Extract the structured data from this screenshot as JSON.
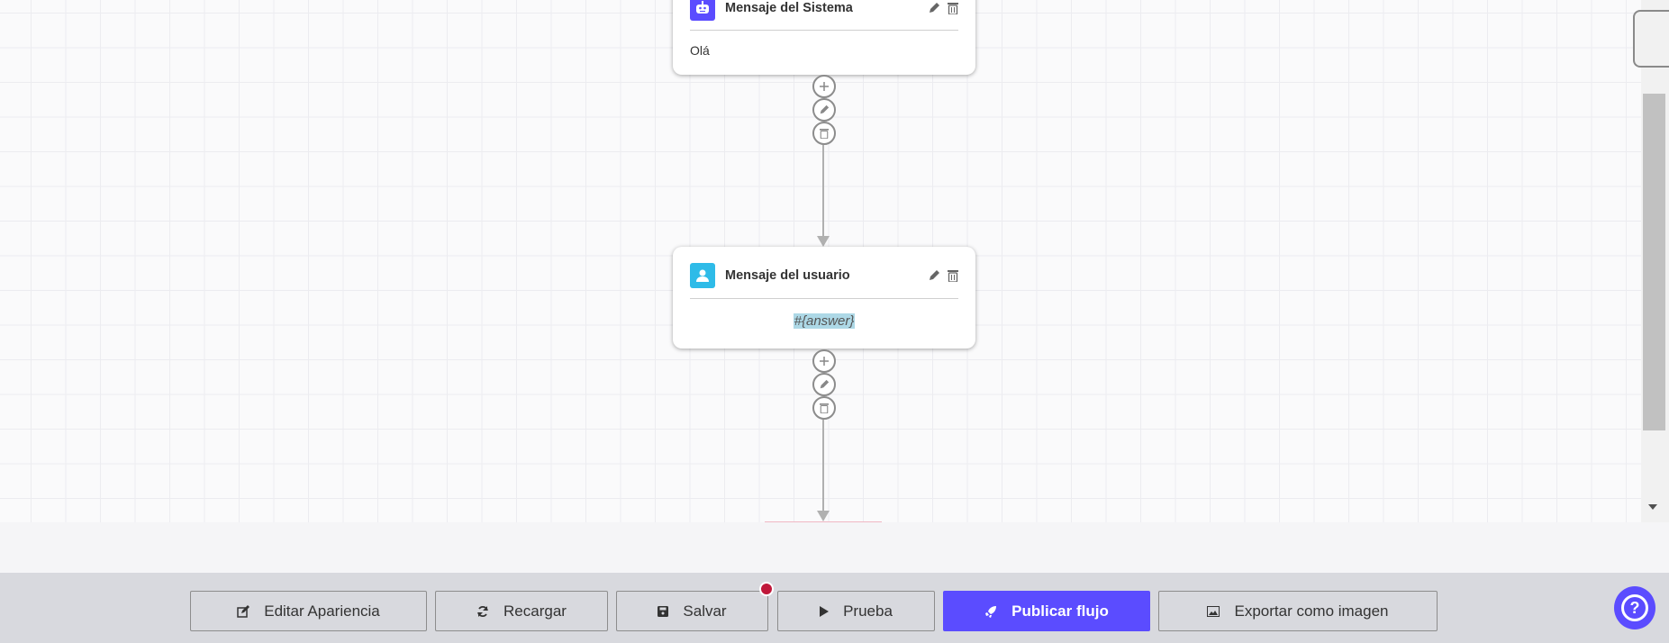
{
  "nodes": [
    {
      "type": "system",
      "title": "Mensaje del Sistema",
      "content": "Olá",
      "icon": "robot-icon",
      "color": "#5b4cff"
    },
    {
      "type": "user",
      "title": "Mensaje del usuario",
      "content": "#{answer}",
      "icon": "user-icon",
      "color": "#2ebbe8"
    }
  ],
  "toolbar": {
    "edit_appearance": "Editar Apariencia",
    "reload": "Recargar",
    "save": "Salvar",
    "test": "Prueba",
    "publish": "Publicar flujo",
    "export": "Exportar como imagen",
    "unsaved_indicator_color": "#c0183a",
    "accent": "#5b4cff"
  }
}
